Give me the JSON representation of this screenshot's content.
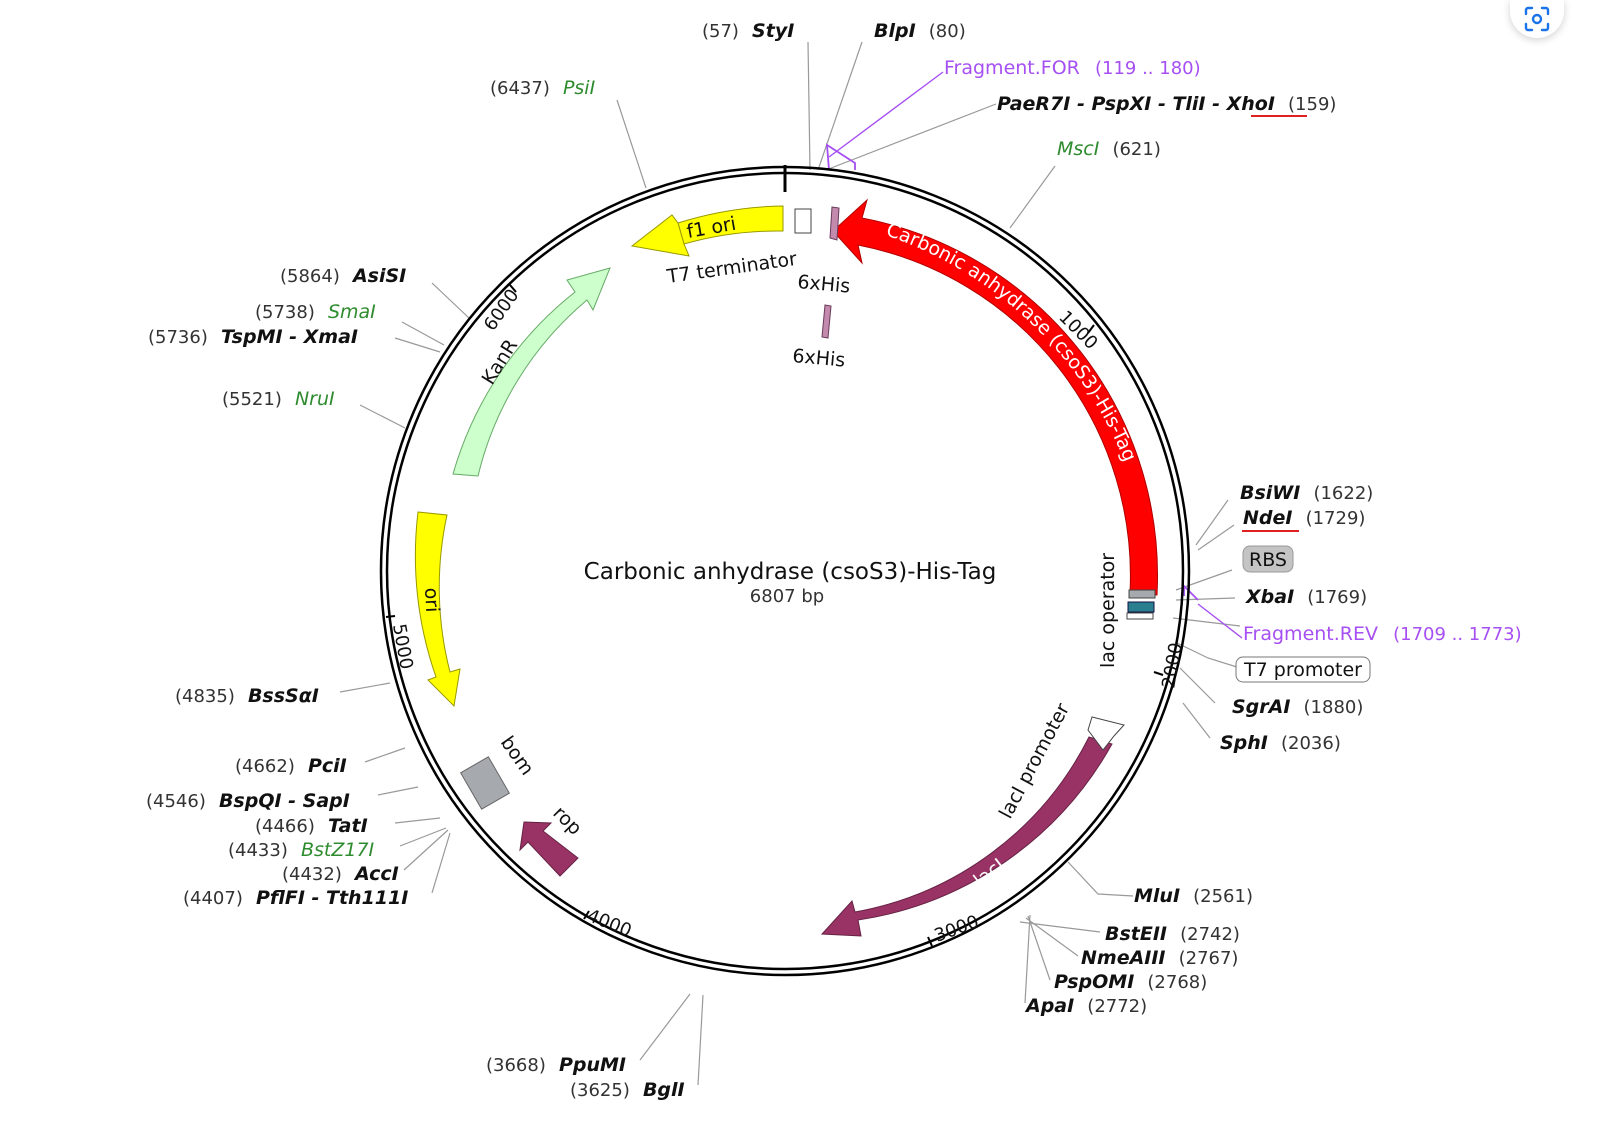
{
  "plasmid": {
    "name": "Carbonic anhydrase (csoS3)-His-Tag",
    "size_label": "6807 bp"
  },
  "ticks": [
    {
      "label": "1000"
    },
    {
      "label": "2000"
    },
    {
      "label": "3000"
    },
    {
      "label": "4000"
    },
    {
      "label": "5000"
    },
    {
      "label": "6000"
    }
  ],
  "features": [
    {
      "name": "Carbonic anhydrase (csoS3)-His-Tag",
      "color": "#ff0000",
      "text_color": "#ffffff"
    },
    {
      "name": "f1 ori",
      "color": "#ffff00",
      "text_color": "#111111"
    },
    {
      "name": "KanR",
      "color": "#ccffcc",
      "text_color": "#111111"
    },
    {
      "name": "ori",
      "color": "#ffff00",
      "text_color": "#111111"
    },
    {
      "name": "bom",
      "color": "#a6a9ad",
      "text_color": "#111111"
    },
    {
      "name": "rop",
      "color": "#993366",
      "text_color": "#111111"
    },
    {
      "name": "lacI",
      "color": "#993366",
      "text_color": "#ffffff"
    },
    {
      "name": "lacI promoter",
      "color": "#ffffff",
      "text_color": "#111111"
    },
    {
      "name": "lac operator",
      "color": "#2a7f8f",
      "text_color": "#111111"
    },
    {
      "name": "T7 terminator",
      "color": "#ffffff",
      "text_color": "#111111"
    },
    {
      "name": "6xHis",
      "color": "#c48aae",
      "text_color": "#111111"
    },
    {
      "name": "6xHis",
      "color": "#c48aae",
      "text_color": "#111111"
    }
  ],
  "boxed_labels": {
    "rbs": "RBS",
    "t7_promoter": "T7 promoter"
  },
  "primers": {
    "forward": {
      "name": "Fragment.FOR",
      "pos": "(119 .. 180)",
      "color": "#a64ff2"
    },
    "reverse": {
      "name": "Fragment.REV",
      "pos": "(1709 .. 1773)",
      "color": "#a64ff2"
    }
  },
  "sites": {
    "styi": {
      "name": "StyI",
      "pos": "(57)"
    },
    "blpi": {
      "name": "BlpI",
      "pos": "(80)"
    },
    "xhoi": {
      "pre": "PaeR7I - PspXI - TliI - ",
      "name": "XhoI",
      "pos": "(159)"
    },
    "msci": {
      "name": "MscI",
      "pos": "(621)"
    },
    "bsiwi": {
      "name": "BsiWI",
      "pos": "(1622)"
    },
    "ndei": {
      "name": "NdeI",
      "pos": "(1729)"
    },
    "xbai": {
      "name": "XbaI",
      "pos": "(1769)"
    },
    "sgrai": {
      "name": "SgrAI",
      "pos": "(1880)"
    },
    "sphi": {
      "name": "SphI",
      "pos": "(2036)"
    },
    "mlui": {
      "name": "MluI",
      "pos": "(2561)"
    },
    "bsteii": {
      "name": "BstEII",
      "pos": "(2742)"
    },
    "nmeaiii": {
      "name": "NmeAIII",
      "pos": "(2767)"
    },
    "psp0mi": {
      "name": "PspOMI",
      "pos": "(2768)"
    },
    "apai": {
      "name": "ApaI",
      "pos": "(2772)"
    },
    "ppumi": {
      "name": "PpuMI",
      "pos": "(3668)"
    },
    "bgli": {
      "name": "BglI",
      "pos": "(3625)"
    },
    "pflfi": {
      "name": "PflFI - Tth111I",
      "pos": "(4407)"
    },
    "acci": {
      "name": "AccI",
      "pos": "(4432)"
    },
    "bstz17i": {
      "name": "BstZ17I",
      "pos": "(4433)"
    },
    "tati": {
      "name": "TatI",
      "pos": "(4466)"
    },
    "sapi": {
      "name": "BspQI - SapI",
      "pos": "(4546)"
    },
    "pcii": {
      "name": "PciI",
      "pos": "(4662)"
    },
    "bsssai": {
      "name": "BssSαI",
      "pos": "(4835)"
    },
    "nrui": {
      "name": "NruI",
      "pos": "(5521)"
    },
    "xmai": {
      "name": "TspMI - XmaI",
      "pos": "(5736)"
    },
    "smai": {
      "name": "SmaI",
      "pos": "(5738)"
    },
    "asisi": {
      "name": "AsiSI",
      "pos": "(5864)"
    },
    "psii": {
      "name": "PsiI",
      "pos": "(6437)"
    }
  },
  "colors": {
    "enzyme_unique": "#2e8b2e",
    "primer": "#a64ff2",
    "highlight_underline": "#e02020"
  },
  "icons": {
    "scan": "scan-screen-icon"
  }
}
